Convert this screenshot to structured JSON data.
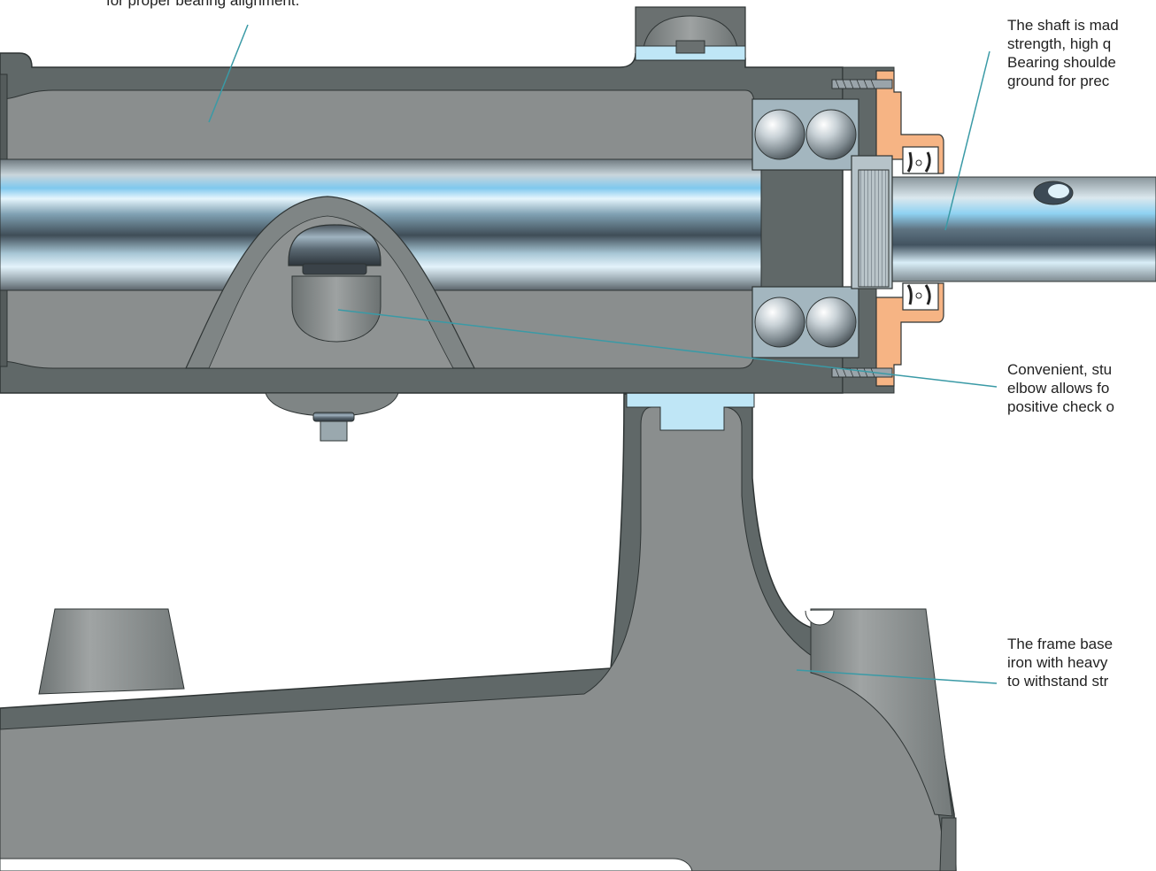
{
  "callouts": {
    "housing": {
      "lines": [
        "for proper bearing alignment."
      ]
    },
    "shaft": {
      "lines": [
        "The shaft is mad",
        "strength, high q",
        "Bearing shoulde",
        "ground for prec"
      ]
    },
    "oiler": {
      "lines": [
        "Convenient, stu",
        "elbow allows fo",
        "positive check o"
      ]
    },
    "frame": {
      "lines": [
        "The frame base",
        "iron with heavy",
        "to withstand str"
      ]
    }
  },
  "colors": {
    "cast_iron": "#878b8b",
    "cast_iron_dark": "#5f6666",
    "shaft_highlight": "#b8e4f7",
    "seal_orange": "#f6b484",
    "gasket_blue": "#bfe6f6",
    "leader_line": "#3a9aa6"
  }
}
